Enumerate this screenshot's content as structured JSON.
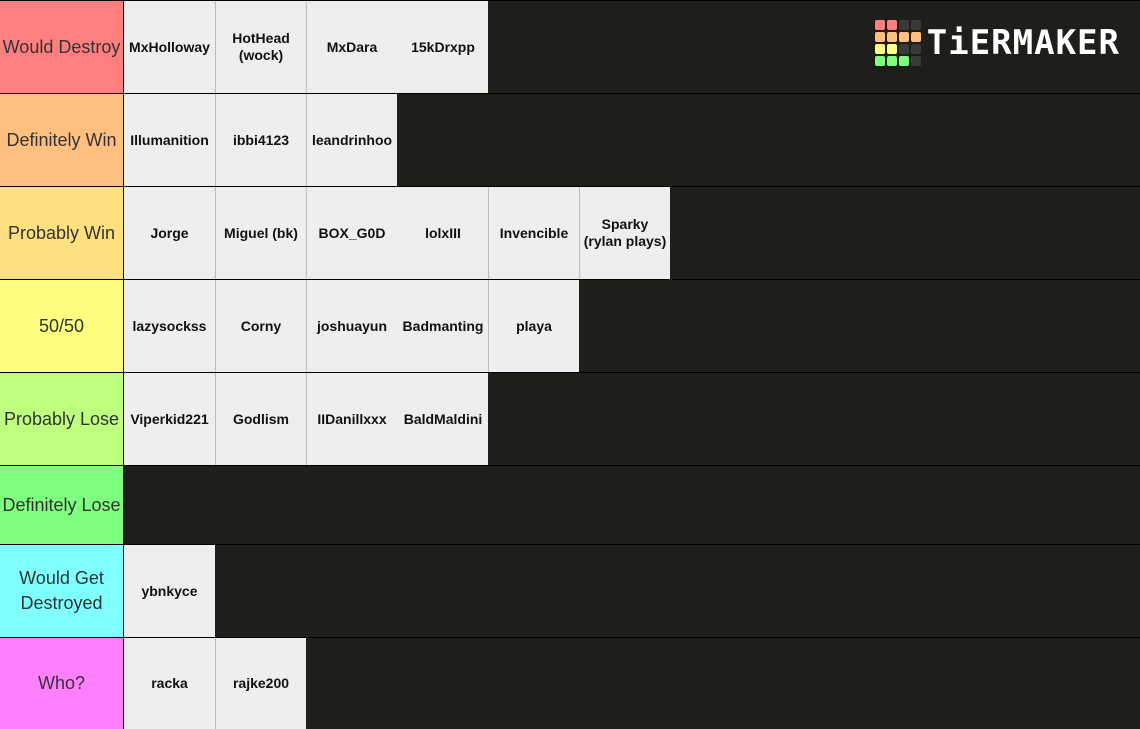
{
  "logo": {
    "text": "TiERMAKER",
    "grid_colors": [
      [
        "#ff7f7f",
        "#ff7f7f",
        "#3a3a3a",
        "#3a3a3a"
      ],
      [
        "#ffbf7f",
        "#ffbf7f",
        "#ffbf7f",
        "#ffbf7f"
      ],
      [
        "#ffff7f",
        "#ffff7f",
        "#3a3a3a",
        "#3a3a3a"
      ],
      [
        "#7fff7f",
        "#7fff7f",
        "#7fff7f",
        "#3a3a3a"
      ]
    ]
  },
  "tiers": [
    {
      "label": "Would Destroy",
      "color": "#ff7f7f",
      "items": [
        "MxHolloway",
        "HotHead (wock)",
        "MxDara",
        "15kDrxpp"
      ]
    },
    {
      "label": "Definitely Win",
      "color": "#ffbf7f",
      "items": [
        "Illumanition",
        "ibbi4123",
        "leandrinhoo"
      ]
    },
    {
      "label": "Probably Win",
      "color": "#ffdf7f",
      "items": [
        "Jorge",
        "Miguel (bk)",
        "BOX_G0D",
        "lolxIII",
        "Invencible",
        "Sparky (rylan plays)"
      ]
    },
    {
      "label": "50/50",
      "color": "#ffff7f",
      "items": [
        "lazysockss",
        "Corny",
        "joshuayun",
        "Badmanting",
        "playa"
      ]
    },
    {
      "label": "Probably Lose",
      "color": "#bfff7f",
      "items": [
        "Viperkid221",
        "Godlism",
        "IIDanillxxx",
        "BaldMaldini"
      ]
    },
    {
      "label": "Definitely Lose",
      "color": "#7fff7f",
      "items": []
    },
    {
      "label": "Would Get Destroyed",
      "color": "#7fffff",
      "items": [
        "ybnkyce"
      ]
    },
    {
      "label": "Who?",
      "color": "#ff7fff",
      "items": [
        "racka",
        "rajke200"
      ]
    }
  ]
}
